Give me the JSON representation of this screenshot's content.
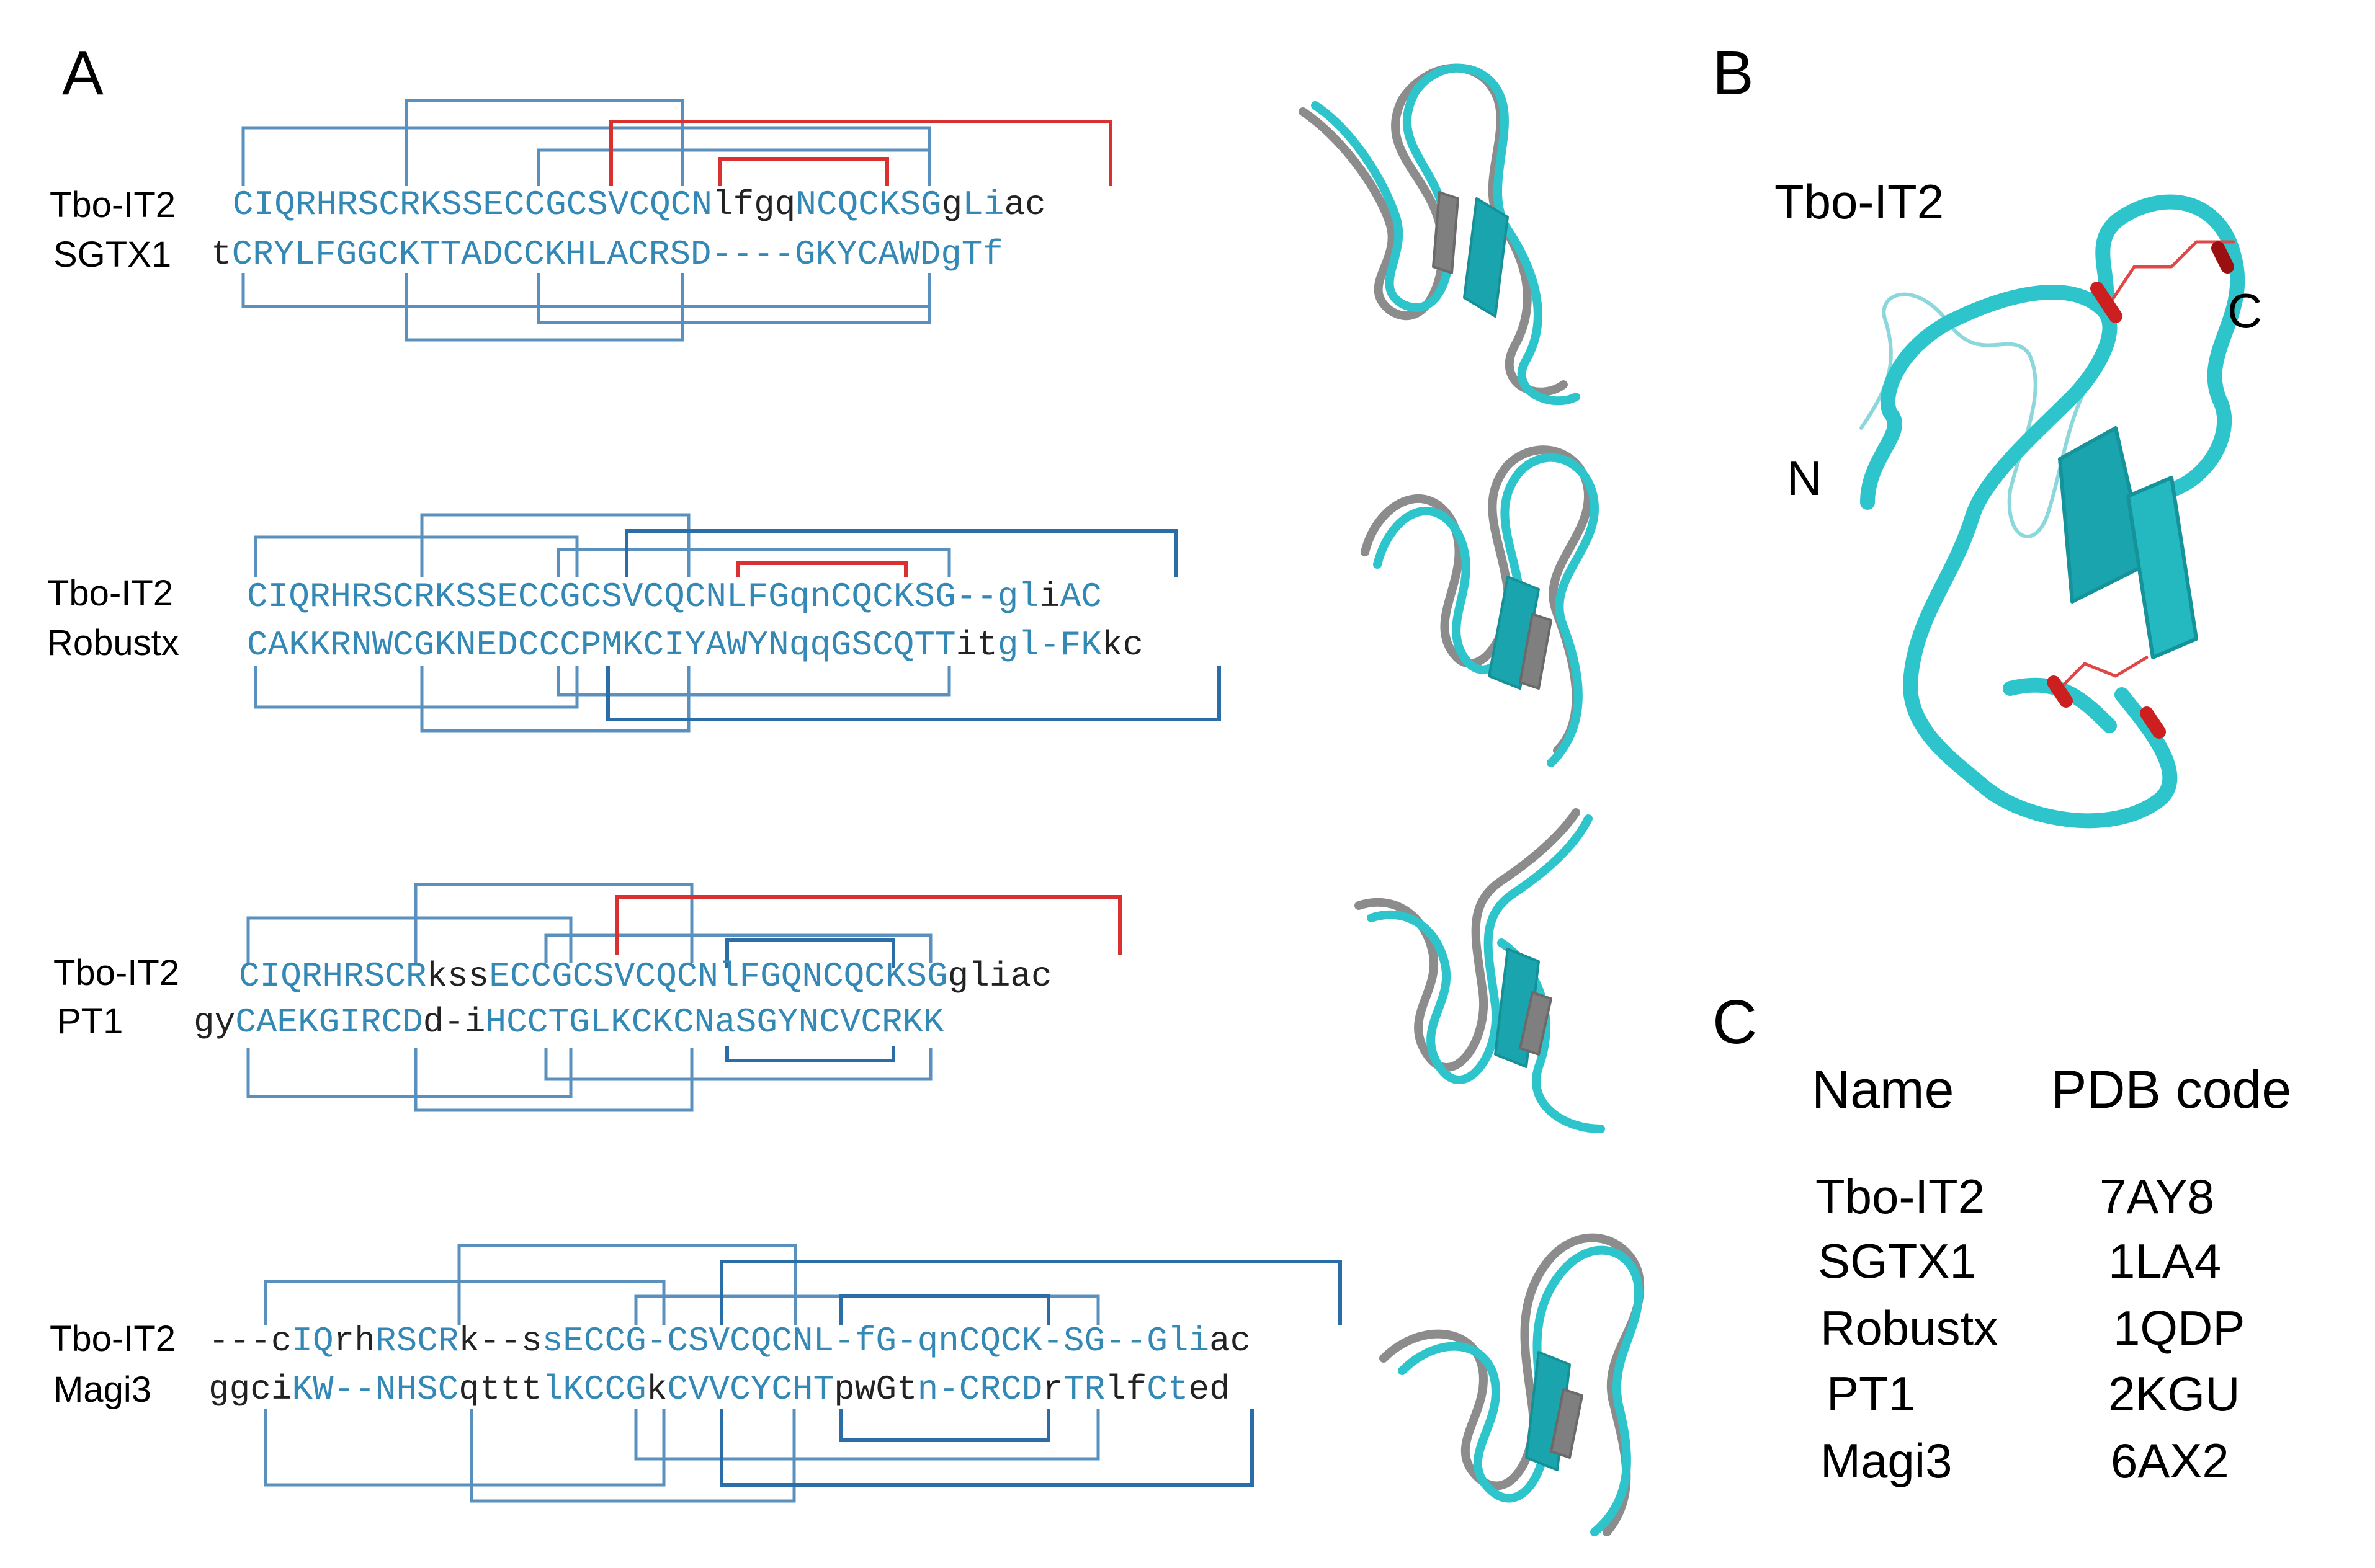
{
  "panels": {
    "a": "A",
    "b": "B",
    "c": "C"
  },
  "alignments": [
    {
      "name_top": "Tbo-IT2",
      "name_bottom": "SGTX1",
      "top_segments": [
        {
          "t": "CIQRHRSCRKSSECCGCSVCQCN",
          "c": true
        },
        {
          "t": "lfgq",
          "c": false
        },
        {
          "t": "NCQCKSG",
          "c": true
        },
        {
          "t": "g",
          "c": false
        },
        {
          "t": "Li",
          "c": true
        },
        {
          "t": "ac",
          "c": false
        }
      ],
      "bottom_segments": [
        {
          "t": "t",
          "c": false
        },
        {
          "t": "CRYLFGGCKTTADCCKHLACRSD----GKYCAWDgTf",
          "c": true
        }
      ]
    },
    {
      "name_top": "Tbo-IT2",
      "name_bottom": "Robustx",
      "top_segments": [
        {
          "t": "CIQRHRSCRKSSECCGCSVCQCNLFGqnCQCKSG--gl",
          "c": true
        },
        {
          "t": "i",
          "c": false
        },
        {
          "t": "AC",
          "c": true
        }
      ],
      "bottom_segments": [
        {
          "t": "CAKKRNWCGKNEDCCCPMKCIYAWYNqqGSCQTT",
          "c": true
        },
        {
          "t": "it",
          "c": false
        },
        {
          "t": "gl-FK",
          "c": true
        },
        {
          "t": "kc",
          "c": false
        }
      ]
    },
    {
      "name_top": "Tbo-IT2",
      "name_bottom": "PT1",
      "top_segments": [
        {
          "t": "CIQRHRSCR",
          "c": true
        },
        {
          "t": "kss",
          "c": false
        },
        {
          "t": "ECCGCSVCQCNlFGQNCQCKSG",
          "c": true
        },
        {
          "t": "gliac",
          "c": false
        }
      ],
      "bottom_segments": [
        {
          "t": "gy",
          "c": false
        },
        {
          "t": "CAEKGIRCD",
          "c": true
        },
        {
          "t": "d-i",
          "c": false
        },
        {
          "t": "HCCTGLKCKCNaSGYNCVCRKK",
          "c": true
        }
      ]
    },
    {
      "name_top": "Tbo-IT2",
      "name_bottom": "Magi3",
      "top_segments": [
        {
          "t": "---c",
          "c": false
        },
        {
          "t": "IQ",
          "c": true
        },
        {
          "t": "rh",
          "c": false
        },
        {
          "t": "RSCR",
          "c": true
        },
        {
          "t": "k--s",
          "c": false
        },
        {
          "t": "sECCG-CSVCQCNL-fG-qnCQCK-SG--Gli",
          "c": true
        },
        {
          "t": "ac",
          "c": false
        }
      ],
      "bottom_segments": [
        {
          "t": "ggci",
          "c": false
        },
        {
          "t": "KW--NHSC",
          "c": true
        },
        {
          "t": "qttt",
          "c": false
        },
        {
          "t": "lKCCG",
          "c": true
        },
        {
          "t": "k",
          "c": false
        },
        {
          "t": "CVVCYCHT",
          "c": true
        },
        {
          "t": "pwGt",
          "c": false
        },
        {
          "t": "n-CRCD",
          "c": true
        },
        {
          "t": "r",
          "c": false
        },
        {
          "t": "TR",
          "c": true
        },
        {
          "t": "lf",
          "c": false
        },
        {
          "t": "Ct",
          "c": true
        },
        {
          "t": "ed",
          "c": false
        }
      ]
    }
  ],
  "panel_b": {
    "title": "Tbo-IT2",
    "n_label": "N",
    "c_label": "C"
  },
  "table": {
    "headers": [
      "Name",
      "PDB code"
    ],
    "rows": [
      [
        "Tbo-IT2",
        "7AY8"
      ],
      [
        "SGTX1",
        "1LA4"
      ],
      [
        "Robustx",
        "1QDP"
      ],
      [
        "PT1",
        "2KGU"
      ],
      [
        "Magi3",
        "6AX2"
      ]
    ]
  },
  "colors": {
    "sequence_conserved": "#3388b5",
    "sequence_variable": "#222222",
    "disulfide_bracket": "#5a90bd",
    "highlight_bracket": "#d93030",
    "structure_cyan": "#2ec4cc",
    "structure_gray": "#8c8c8c"
  }
}
